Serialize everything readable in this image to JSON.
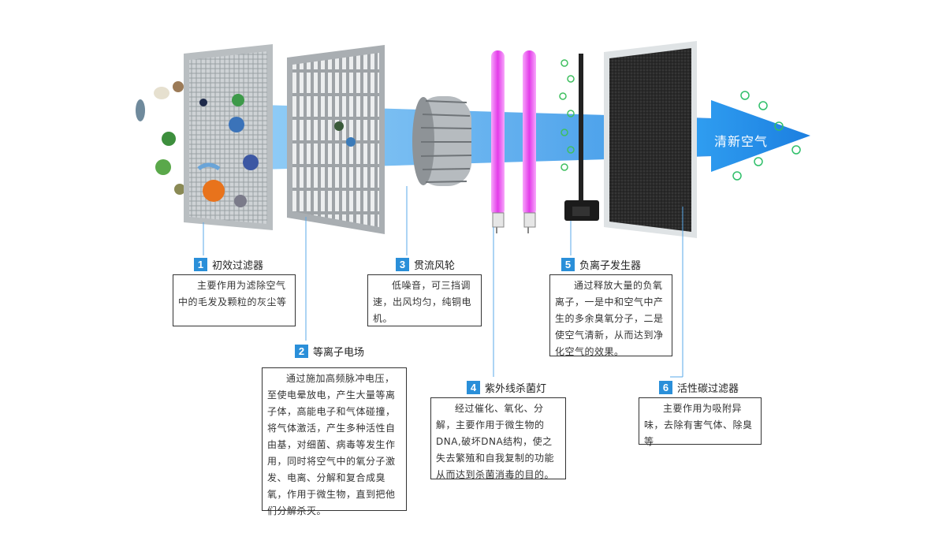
{
  "arrow_label": "清新空气",
  "components": [
    {
      "number": "1",
      "title": "初效过滤器",
      "description": "主要作用为滤除空气中的毛发及颗粒的灰尘等"
    },
    {
      "number": "2",
      "title": "等离子电场",
      "description": "通过施加高频脉冲电压，至使电晕放电，产生大量等离子体，高能电子和气体碰撞，将气体激活，产生多种活性自由基，对细菌、病毒等发生作用，同时将空气中的氧分子激发、电离、分解和复合成臭氧，作用于微生物，直到把他们分解杀灭。"
    },
    {
      "number": "3",
      "title": "贯流风轮",
      "description": "低噪音，可三挡调速，出风均匀，纯铜电机。"
    },
    {
      "number": "4",
      "title": "紫外线杀菌灯",
      "description": "经过催化、氧化、分解，主要作用于微生物的DNA,破坏DNA结构，使之失去繁殖和自我复制的功能从而达到杀菌消毒的目的。"
    },
    {
      "number": "5",
      "title": "负离子发生器",
      "description": "通过释放大量的负氧离子，一是中和空气中产生的多余臭氧分子，二是使空气清新，从而达到净化空气的效果。"
    },
    {
      "number": "6",
      "title": "活性碳过滤器",
      "description": "主要作用为吸附异味，去除有害气体、除臭等"
    }
  ],
  "colors": {
    "accent": "#2a8fd9",
    "beam": "#4aa8f0",
    "uv": "#e040e8",
    "carbon": "#2b2b2b"
  }
}
